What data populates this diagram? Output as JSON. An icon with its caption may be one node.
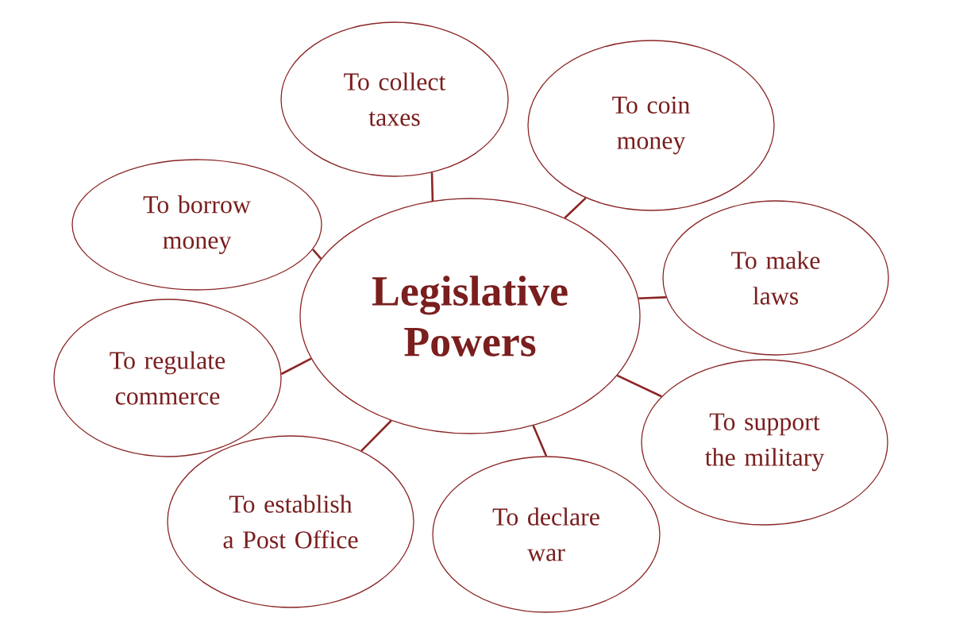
{
  "diagram": {
    "nodes": [
      {
        "text": [
          "Legislative Powers"
        ]
      },
      {
        "text": [
          "To collect taxes"
        ]
      },
      {
        "text": [
          "To coin money"
        ]
      },
      {
        "text": [
          "To borrow money"
        ]
      },
      {
        "text": [
          "To make laws"
        ]
      },
      {
        "text": [
          "To regulate commerce"
        ]
      },
      {
        "text": [
          "To support the military"
        ]
      },
      {
        "text": [
          "To establish a Post Office"
        ]
      },
      {
        "text": [
          "To declare war"
        ]
      }
    ],
    "edges": [
      {
        "from": 0,
        "to": 1,
        "arrow": "none"
      },
      {
        "from": 0,
        "to": 2,
        "arrow": "none"
      },
      {
        "from": 0,
        "to": 3,
        "arrow": "none"
      },
      {
        "from": 0,
        "to": 4,
        "arrow": "none"
      },
      {
        "from": 0,
        "to": 5,
        "arrow": "none"
      },
      {
        "from": 0,
        "to": 6,
        "arrow": "none"
      },
      {
        "from": 0,
        "to": 7,
        "arrow": "none"
      },
      {
        "from": 0,
        "to": 8,
        "arrow": "none"
      }
    ]
  }
}
